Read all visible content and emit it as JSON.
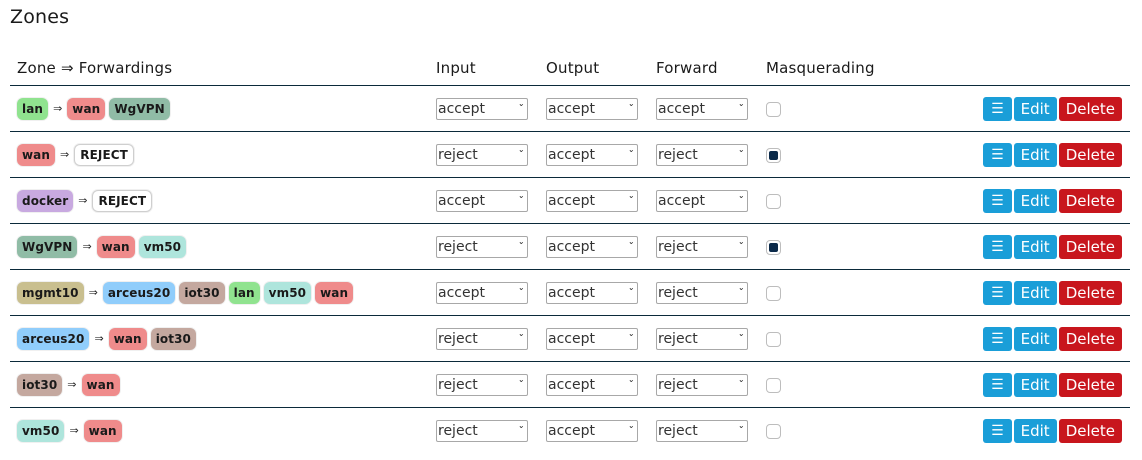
{
  "page": {
    "title": "Zones"
  },
  "table": {
    "headers": {
      "zone": "Zone ⇒ Forwardings",
      "input": "Input",
      "output": "Output",
      "forward": "Forward",
      "masquerading": "Masquerading"
    },
    "arrow": "⇒",
    "buttons": {
      "menu_icon": "☰",
      "edit": "Edit",
      "delete": "Delete"
    },
    "colors": {
      "lan": "#90e38f",
      "wan": "#ef8b8b",
      "WgVPN": "#90bca6",
      "docker": "#c8a9e0",
      "mgmt10": "#c9bf8f",
      "arceus20": "#90cdfb",
      "iot30": "#c4a89f",
      "vm50": "#aee5dc",
      "REJECT": "#ffffff",
      "edit_button": "#1a9ed8",
      "delete_button": "#c8161d",
      "masq_checked": "#0b2a4a"
    },
    "rows": [
      {
        "zone": "lan",
        "forwardings": [
          "wan",
          "WgVPN"
        ],
        "input": "accept",
        "output": "accept",
        "forward": "accept",
        "masquerading": false
      },
      {
        "zone": "wan",
        "forwardings": [
          "REJECT"
        ],
        "input": "reject",
        "output": "accept",
        "forward": "reject",
        "masquerading": true
      },
      {
        "zone": "docker",
        "forwardings": [
          "REJECT"
        ],
        "input": "accept",
        "output": "accept",
        "forward": "accept",
        "masquerading": false
      },
      {
        "zone": "WgVPN",
        "forwardings": [
          "wan",
          "vm50"
        ],
        "input": "reject",
        "output": "accept",
        "forward": "reject",
        "masquerading": true
      },
      {
        "zone": "mgmt10",
        "forwardings": [
          "arceus20",
          "iot30",
          "lan",
          "vm50",
          "wan"
        ],
        "input": "accept",
        "output": "accept",
        "forward": "reject",
        "masquerading": false
      },
      {
        "zone": "arceus20",
        "forwardings": [
          "wan",
          "iot30"
        ],
        "input": "reject",
        "output": "accept",
        "forward": "reject",
        "masquerading": false
      },
      {
        "zone": "iot30",
        "forwardings": [
          "wan"
        ],
        "input": "reject",
        "output": "accept",
        "forward": "reject",
        "masquerading": false
      },
      {
        "zone": "vm50",
        "forwardings": [
          "wan"
        ],
        "input": "reject",
        "output": "accept",
        "forward": "reject",
        "masquerading": false
      }
    ]
  }
}
